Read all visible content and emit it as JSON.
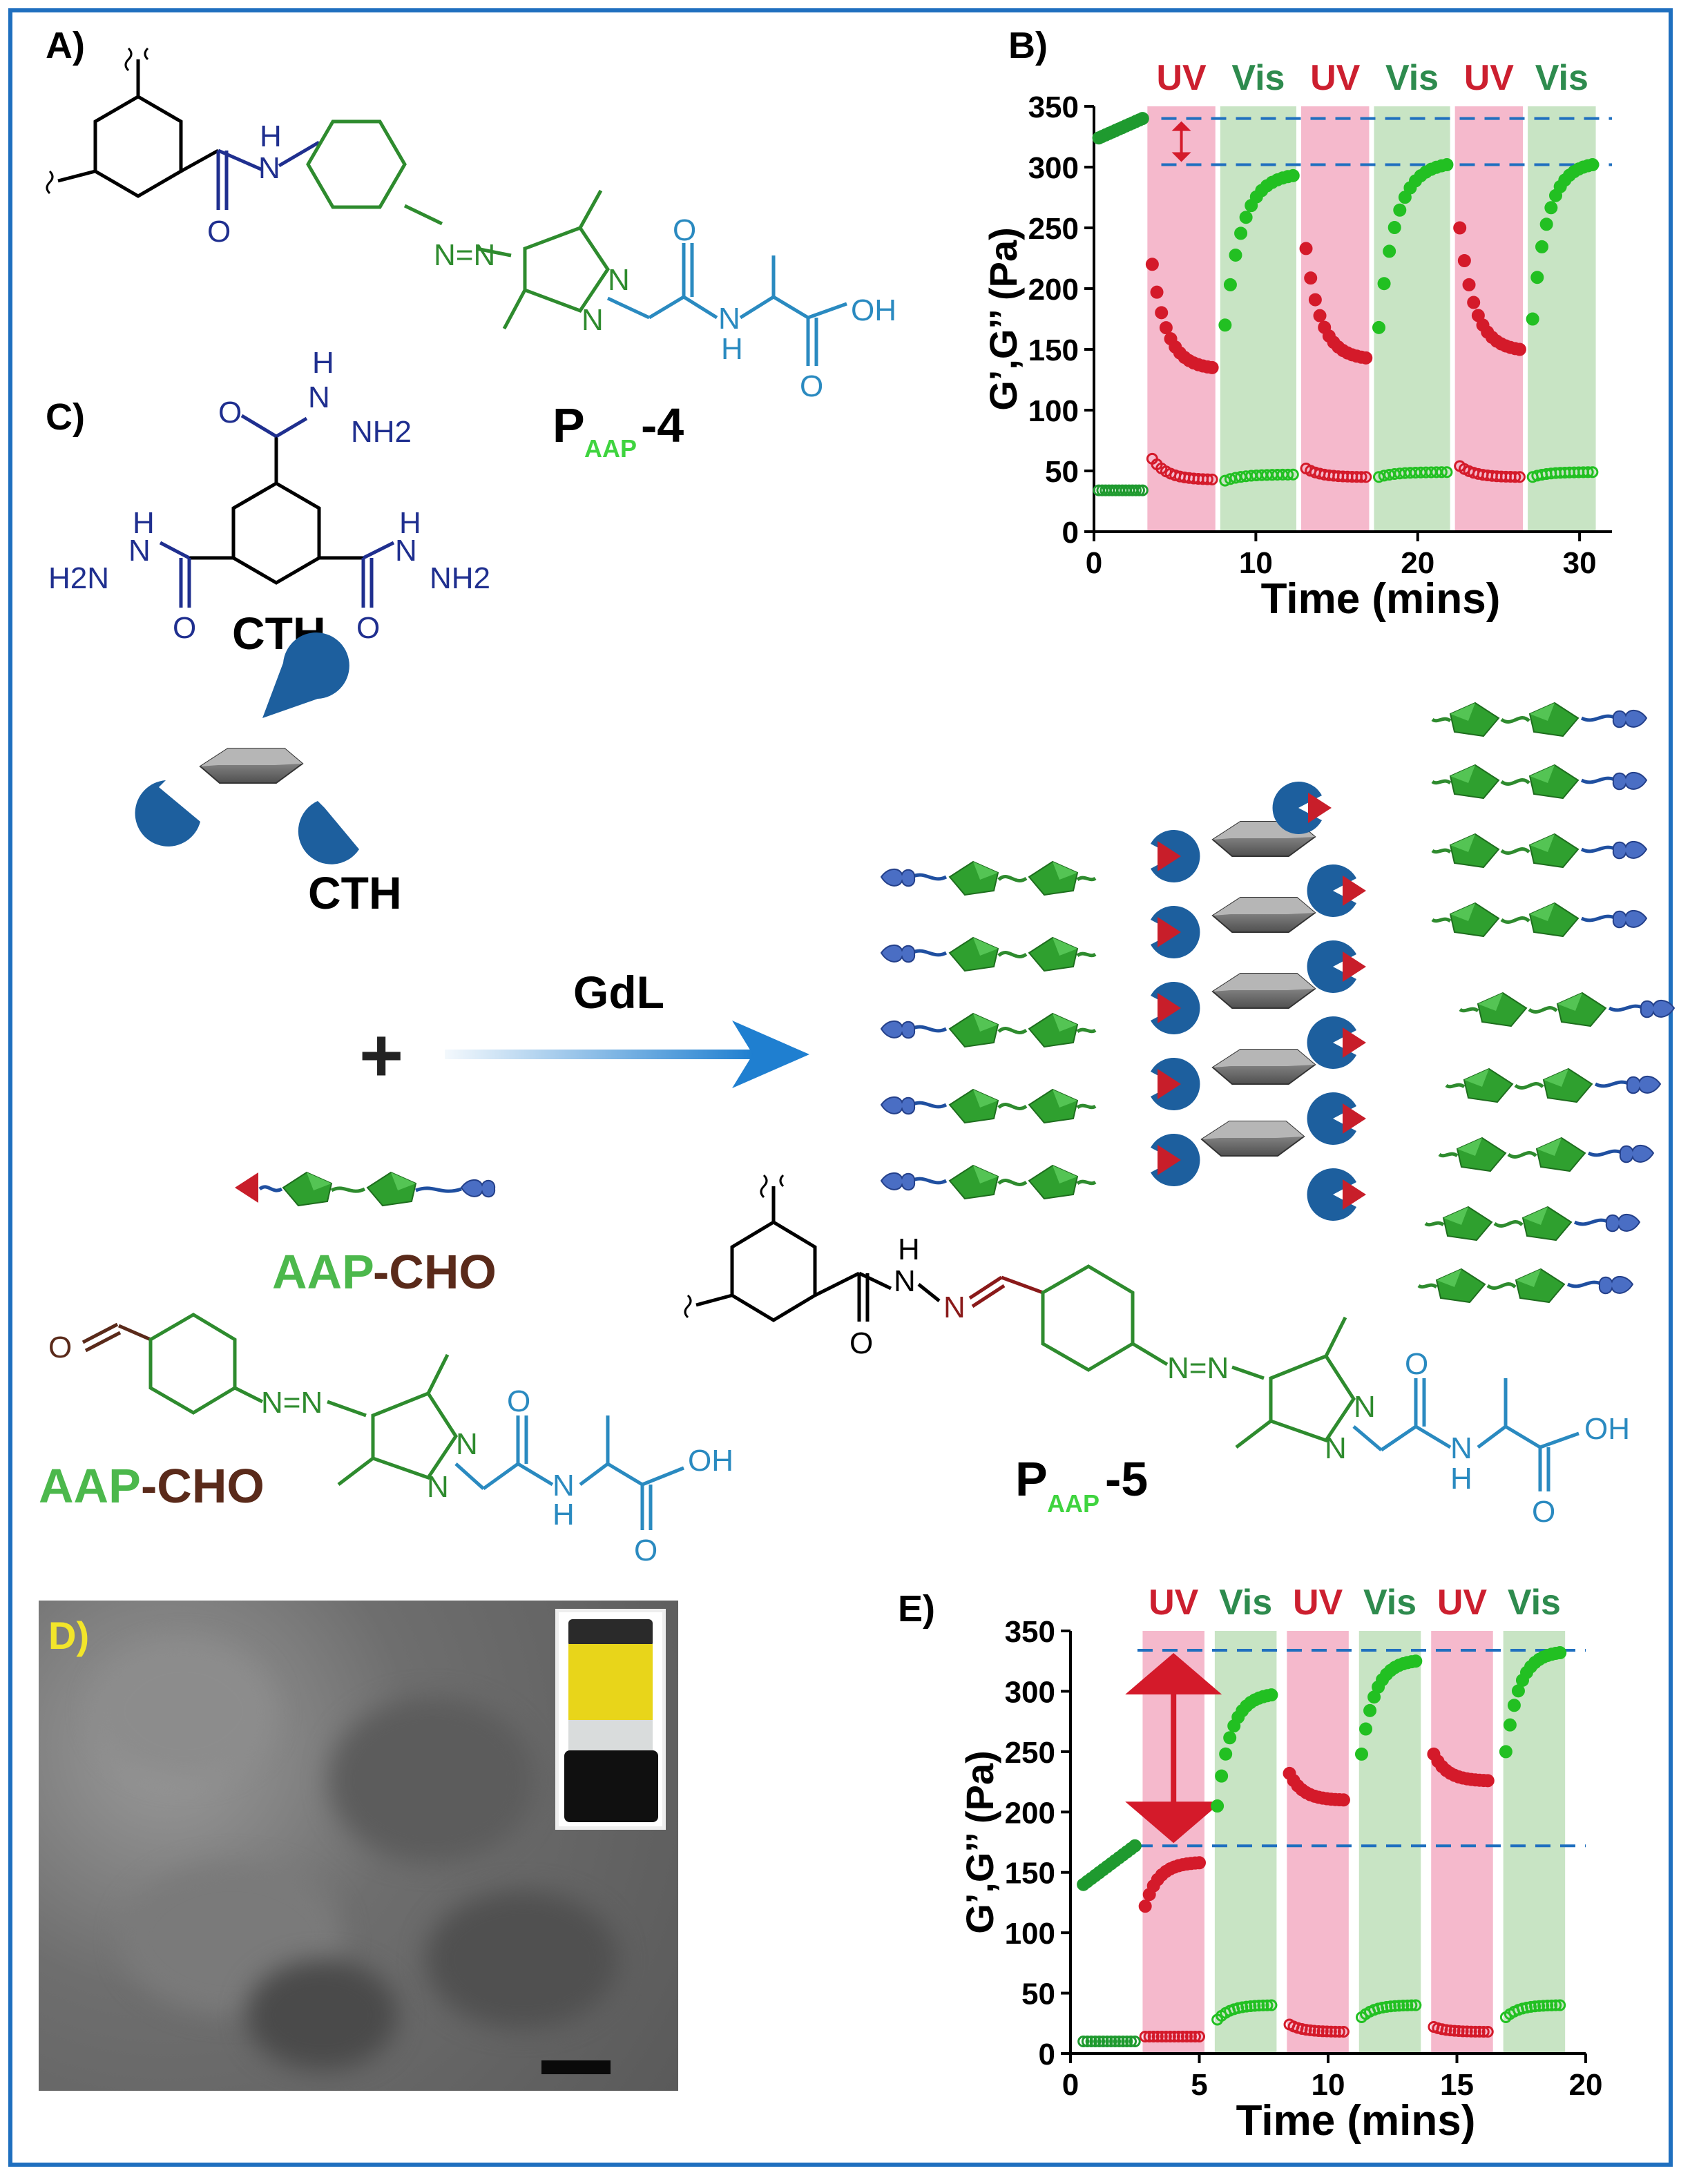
{
  "panels": {
    "a": "A)",
    "b": "B)",
    "c": "C)",
    "d": "D)",
    "e": "E)"
  },
  "compounds": {
    "paap4_main": "P",
    "paap4_sub": "AAP",
    "paap4_suffix": "-4",
    "paap5_main": "P",
    "paap5_sub": "AAP",
    "paap5_suffix": "-5",
    "cth_1": "CTH",
    "cth_2": "CTH",
    "aap_cho_1_a": "AAP",
    "aap_cho_1_b": "-CHO",
    "aap_cho_2_a": "AAP",
    "aap_cho_2_b": "-CHO"
  },
  "atoms": {
    "H": "H",
    "N": "N",
    "O": "O",
    "OH": "OH",
    "NH2": "NH2",
    "H2N": "H2N",
    "NN": "N=N"
  },
  "scheme": {
    "reagent": "GdL",
    "plus": "+"
  },
  "colors": {
    "green": "#2e8b2e",
    "blue": "#1f2f8f",
    "teal": "#2a8ac0",
    "brown": "#5a2a1a",
    "uv_band": "#f5b9cc",
    "vis_band": "#c8e4c4",
    "uv_text": "#cc1f2f",
    "vis_text": "#2e8b4e",
    "frame": "#1f6fbf"
  },
  "chart_data": [
    {
      "id": "B",
      "type": "scatter",
      "xlabel": "Time (mins)",
      "ylabel": "G’,G’’ (Pa)",
      "xlim": [
        0,
        32
      ],
      "ylim": [
        0,
        350
      ],
      "xticks": [
        0,
        10,
        20,
        30
      ],
      "yticks": [
        0,
        50,
        100,
        150,
        200,
        250,
        300,
        350
      ],
      "bands": [
        {
          "label": "UV",
          "x0": 3.3,
          "x1": 7.5
        },
        {
          "label": "Vis",
          "x0": 7.8,
          "x1": 12.5
        },
        {
          "label": "UV",
          "x0": 12.8,
          "x1": 17.0
        },
        {
          "label": "Vis",
          "x0": 17.3,
          "x1": 22.0
        },
        {
          "label": "UV",
          "x0": 22.3,
          "x1": 26.5
        },
        {
          "label": "Vis",
          "x0": 26.8,
          "x1": 31.0
        }
      ],
      "reference_lines": [
        340,
        302
      ],
      "series": [
        {
          "kind": "G'",
          "segments": [
            {
              "state": "initial",
              "x0": 0.3,
              "x1": 3.0,
              "y0": 324,
              "y1": 340
            },
            {
              "state": "UV",
              "x0": 3.6,
              "x1": 7.3,
              "y0": 220,
              "y1": 135
            },
            {
              "state": "Vis",
              "x0": 8.1,
              "x1": 12.3,
              "y0": 170,
              "y1": 293
            },
            {
              "state": "UV",
              "x0": 13.1,
              "x1": 16.8,
              "y0": 233,
              "y1": 143
            },
            {
              "state": "Vis",
              "x0": 17.6,
              "x1": 21.8,
              "y0": 168,
              "y1": 302
            },
            {
              "state": "UV",
              "x0": 22.6,
              "x1": 26.3,
              "y0": 250,
              "y1": 150
            },
            {
              "state": "Vis",
              "x0": 27.1,
              "x1": 30.8,
              "y0": 175,
              "y1": 302
            }
          ]
        },
        {
          "kind": "G''",
          "segments": [
            {
              "state": "initial",
              "x0": 0.3,
              "x1": 3.0,
              "y0": 34,
              "y1": 34
            },
            {
              "state": "UV",
              "x0": 3.6,
              "x1": 7.3,
              "y0": 60,
              "y1": 43
            },
            {
              "state": "Vis",
              "x0": 8.1,
              "x1": 12.3,
              "y0": 42,
              "y1": 47
            },
            {
              "state": "UV",
              "x0": 13.1,
              "x1": 16.8,
              "y0": 52,
              "y1": 45
            },
            {
              "state": "Vis",
              "x0": 17.6,
              "x1": 21.8,
              "y0": 45,
              "y1": 49
            },
            {
              "state": "UV",
              "x0": 22.6,
              "x1": 26.3,
              "y0": 54,
              "y1": 45
            },
            {
              "state": "Vis",
              "x0": 27.1,
              "x1": 30.8,
              "y0": 45,
              "y1": 49
            }
          ]
        }
      ]
    },
    {
      "id": "E",
      "type": "scatter",
      "xlabel": "Time (mins)",
      "ylabel": "G’,G’’ (Pa)",
      "xlim": [
        0,
        20
      ],
      "ylim": [
        0,
        350
      ],
      "xticks": [
        0,
        5,
        10,
        15,
        20
      ],
      "yticks": [
        0,
        50,
        100,
        150,
        200,
        250,
        300,
        350
      ],
      "bands": [
        {
          "label": "UV",
          "x0": 2.8,
          "x1": 5.2
        },
        {
          "label": "Vis",
          "x0": 5.6,
          "x1": 8.0
        },
        {
          "label": "UV",
          "x0": 8.4,
          "x1": 10.8
        },
        {
          "label": "Vis",
          "x0": 11.2,
          "x1": 13.6
        },
        {
          "label": "UV",
          "x0": 14.0,
          "x1": 16.4
        },
        {
          "label": "Vis",
          "x0": 16.8,
          "x1": 19.2
        }
      ],
      "reference_lines": [
        334,
        172
      ],
      "series": [
        {
          "kind": "G'",
          "segments": [
            {
              "state": "initial",
              "x0": 0.5,
              "x1": 2.5,
              "y0": 140,
              "y1": 172
            },
            {
              "state": "UV",
              "x0": 2.9,
              "x1": 5.0,
              "y0": 122,
              "y1": 158
            },
            {
              "state": "Vis",
              "x0": 5.7,
              "x1": 7.8,
              "y0": 205,
              "y1": 297
            },
            {
              "state": "UV",
              "x0": 8.5,
              "x1": 10.6,
              "y0": 232,
              "y1": 210
            },
            {
              "state": "Vis",
              "x0": 11.3,
              "x1": 13.4,
              "y0": 248,
              "y1": 325
            },
            {
              "state": "UV",
              "x0": 14.1,
              "x1": 16.2,
              "y0": 248,
              "y1": 226
            },
            {
              "state": "Vis",
              "x0": 16.9,
              "x1": 19.0,
              "y0": 250,
              "y1": 332
            }
          ]
        },
        {
          "kind": "G''",
          "segments": [
            {
              "state": "initial",
              "x0": 0.5,
              "x1": 2.5,
              "y0": 10,
              "y1": 10
            },
            {
              "state": "UV",
              "x0": 2.9,
              "x1": 5.0,
              "y0": 14,
              "y1": 14
            },
            {
              "state": "Vis",
              "x0": 5.7,
              "x1": 7.8,
              "y0": 28,
              "y1": 40
            },
            {
              "state": "UV",
              "x0": 8.5,
              "x1": 10.6,
              "y0": 24,
              "y1": 18
            },
            {
              "state": "Vis",
              "x0": 11.3,
              "x1": 13.4,
              "y0": 30,
              "y1": 40
            },
            {
              "state": "UV",
              "x0": 14.1,
              "x1": 16.2,
              "y0": 22,
              "y1": 18
            },
            {
              "state": "Vis",
              "x0": 16.9,
              "x1": 19.0,
              "y0": 30,
              "y1": 40
            }
          ]
        }
      ]
    }
  ]
}
